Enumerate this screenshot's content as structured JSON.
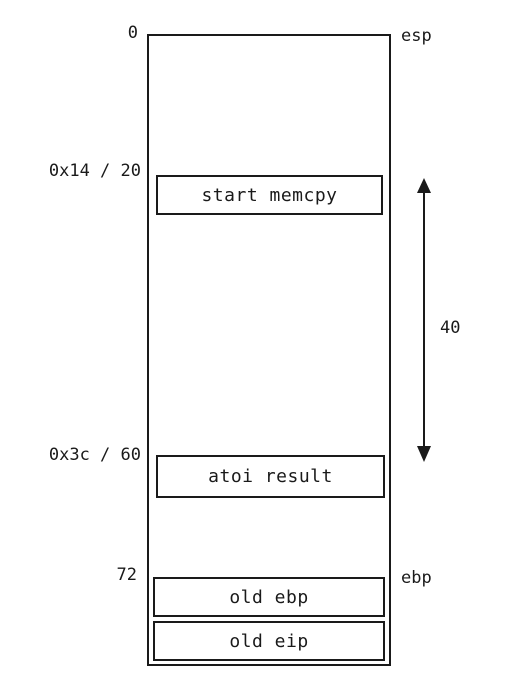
{
  "offsets": {
    "top": "0",
    "memcpy": "0x14 / 20",
    "atoi": "0x3c / 60",
    "ebp": "72"
  },
  "registers": {
    "esp": "esp",
    "ebp": "ebp"
  },
  "slots": {
    "memcpy": "start memcpy",
    "atoi": "atoi result",
    "old_ebp": "old ebp",
    "old_eip": "old eip"
  },
  "span": {
    "label": "40"
  },
  "colors": {
    "stroke": "#1a1a1a",
    "background": "#ffffff"
  }
}
